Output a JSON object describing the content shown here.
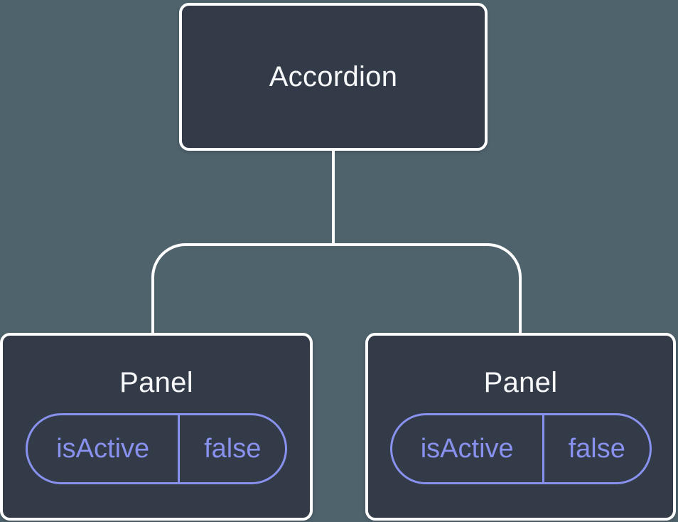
{
  "tree": {
    "root": {
      "label": "Accordion"
    },
    "children": [
      {
        "label": "Panel",
        "props": [
          {
            "name": "isActive",
            "value": "false"
          }
        ]
      },
      {
        "label": "Panel",
        "props": [
          {
            "name": "isActive",
            "value": "false"
          }
        ]
      }
    ]
  },
  "colors": {
    "canvas_background": "#4F636D",
    "node_fill": "#343B48",
    "node_border": "#FFFFFF",
    "node_text": "#F7F8FA",
    "connector": "#FFFFFF",
    "prop_accent": "#8891EE"
  }
}
